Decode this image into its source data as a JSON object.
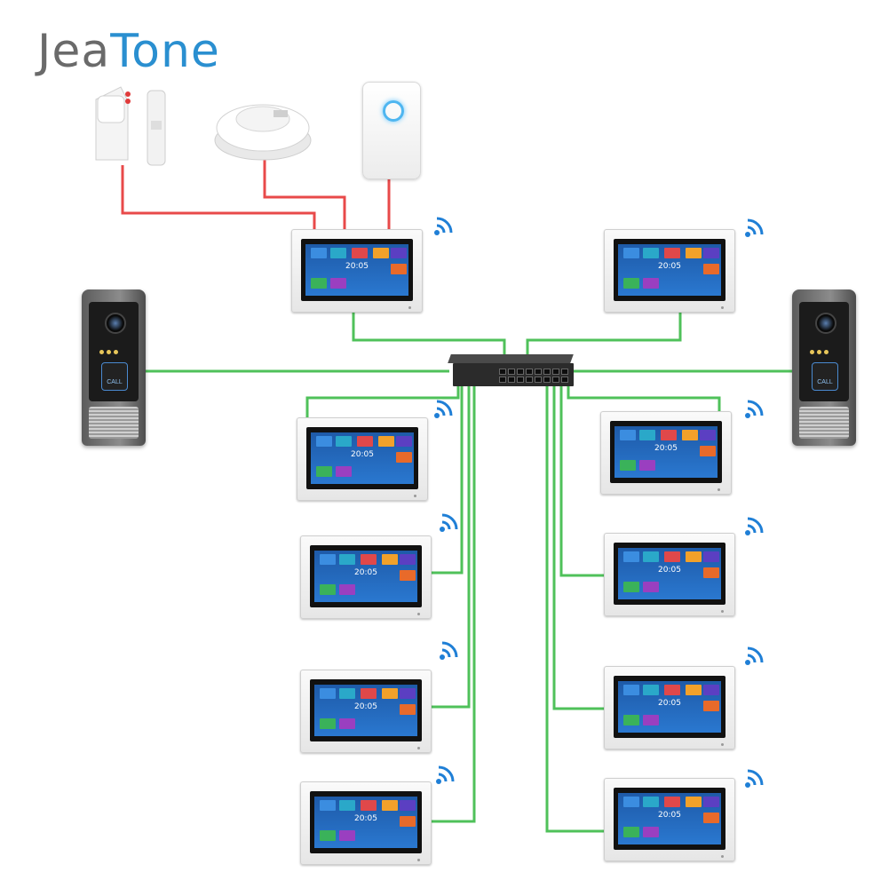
{
  "brand": {
    "name_part1": "Jea",
    "name_part2": "Tone"
  },
  "monitor_clock": "20:05",
  "colors": {
    "wire_alarm": "#e84a4a",
    "wire_network": "#4fc15a",
    "logo_gray": "#6a6a6a",
    "logo_blue": "#2a8fd0",
    "wifi": "#1f7fd6",
    "screen": "#1e5aa8"
  },
  "icons": {
    "door_sensor": "door-sensor-icon",
    "smoke_detector": "smoke-detector-icon",
    "repeater": "wireless-repeater-icon",
    "switch": "network-switch-icon",
    "doorbell": "doorbell-camera-icon",
    "wifi": "wifi-icon"
  },
  "doorbell_button_label": "CALL"
}
